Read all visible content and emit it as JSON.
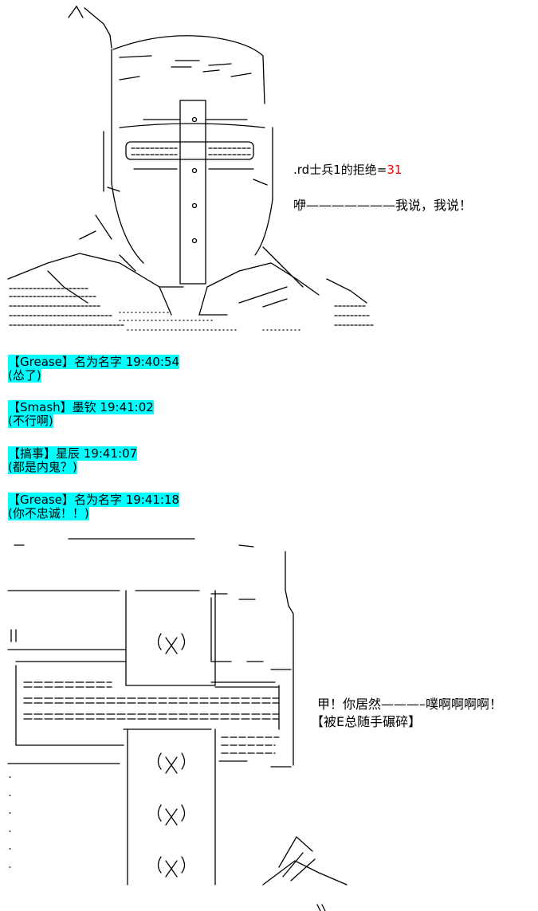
{
  "aa_top": {
    "dialogue": {
      "prefix": ".rd士兵1的拒绝=",
      "number": "31",
      "shout": "咿———————我说，我说！"
    }
  },
  "chat": [
    {
      "name": "【Grease】",
      "rest": "名为名字 19:40:54",
      "msg": "(怂了)"
    },
    {
      "name": "【Smash】",
      "rest": "墨钦 19:41:02",
      "msg": "(不行啊)"
    },
    {
      "name": "【搞事】",
      "rest": "星辰 19:41:07",
      "msg": "(都是内鬼？)"
    },
    {
      "name": "【Grease】",
      "rest": "名为名字 19:41:18",
      "msg": "(你不忠诚！！)"
    }
  ],
  "aa_bottom": {
    "shout": "甲！你居然———–噗啊啊啊啊！",
    "note": "【被E总随手碾碎】"
  },
  "colors": {
    "highlight": "#00ffff",
    "number": "#ff0000"
  }
}
